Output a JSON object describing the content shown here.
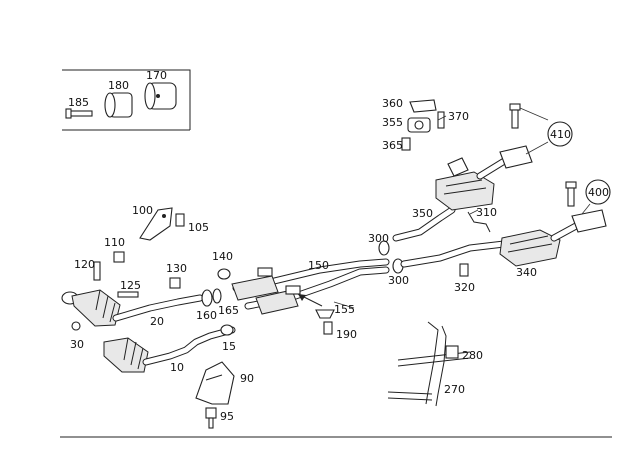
{
  "part_numbers": {
    "p10": "10",
    "p15": "15",
    "p20": "20",
    "p30": "30",
    "p90": "90",
    "p95": "95",
    "p100": "100",
    "p105": "105",
    "p110": "110",
    "p120": "120",
    "p125": "125",
    "p130": "130",
    "p140": "140",
    "p150": "150",
    "p155": "155",
    "p160": "160",
    "p165": "165",
    "p170": "170",
    "p180": "180",
    "p185": "185",
    "p190": "190",
    "p270": "270",
    "p280": "280",
    "p300a": "300",
    "p300b": "300",
    "p310": "310",
    "p320": "320",
    "p340": "340",
    "p350": "350",
    "p355": "355",
    "p360": "360",
    "p365": "365",
    "p370": "370",
    "p400": "400",
    "p410": "410"
  }
}
